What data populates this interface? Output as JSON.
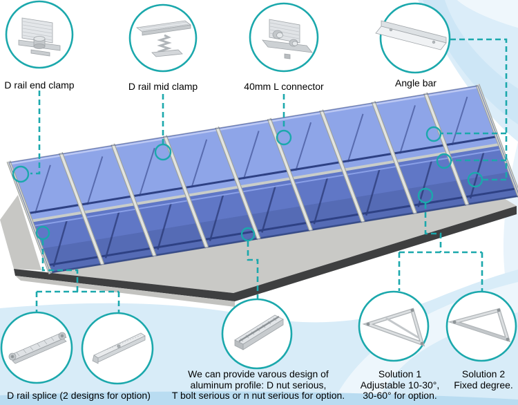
{
  "colors": {
    "accent": "#1ba8ac",
    "panel_light": "#8ea5e8",
    "panel_dark": "#6077c6",
    "wave_blue": "#d8ecf8"
  },
  "top_components": [
    {
      "label": "D rail end clamp"
    },
    {
      "label": "D rail mid clamp"
    },
    {
      "label": "40mm L connector"
    },
    {
      "label": "Angle bar"
    }
  ],
  "bottom": {
    "d_rail_splice": {
      "label": "D rail splice (2 designs for option)"
    },
    "aluminum_profile_note": {
      "line1": "We can provide varous design of",
      "line2": "aluminum profile: D nut serious,",
      "line3": "T bolt serious or n nut serious for option."
    },
    "solution1": {
      "title": "Solution 1",
      "line2": "Adjustable 10-30°,",
      "line3": "30-60° for option."
    },
    "solution2": {
      "title": "Solution 2",
      "line2": "Fixed degree."
    }
  }
}
